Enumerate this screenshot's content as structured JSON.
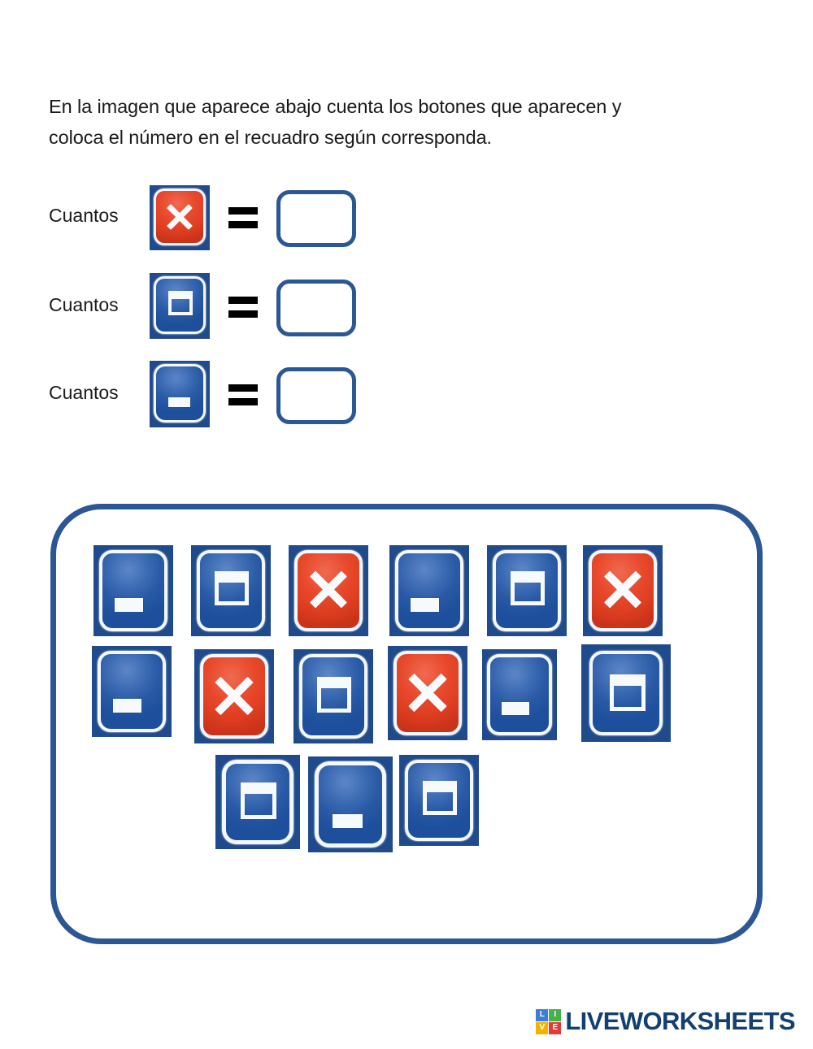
{
  "instructions": {
    "line1": "En la imagen que aparece abajo cuenta los botones que aparecen y",
    "line2": "coloca el número en el recuadro según corresponda."
  },
  "colors": {
    "frame_blue": "#2c5795",
    "button_blue": "#1f4a8c",
    "face_blue": "#3d6cb4",
    "face_red": "#e8492c",
    "glyph_white": "#f7fafd",
    "logo_navy": "#13406e",
    "text_black": "#1a1a1a"
  },
  "questions": [
    {
      "label": "Cuantos",
      "icon": "close-button-icon",
      "icon_type": "close",
      "equals": "=",
      "answer_value": "",
      "answer_placeholder": ""
    },
    {
      "label": "Cuantos",
      "icon": "maximize-button-icon",
      "icon_type": "maximize",
      "equals": "=",
      "answer_value": "",
      "answer_placeholder": ""
    },
    {
      "label": "Cuantos",
      "icon": "minimize-button-icon",
      "icon_type": "minimize",
      "equals": "=",
      "answer_value": "",
      "answer_placeholder": ""
    }
  ],
  "counting_panel": {
    "rows": [
      [
        "minimize",
        "maximize",
        "close",
        "minimize",
        "maximize",
        "close"
      ],
      [
        "minimize",
        "close",
        "maximize",
        "close",
        "minimize",
        "maximize"
      ],
      [
        "maximize",
        "minimize",
        "maximize"
      ]
    ],
    "totals": {
      "close": 4,
      "maximize": 6,
      "minimize": 5,
      "all": 15
    }
  },
  "footer": {
    "logo_tiles": [
      "LI",
      "VE"
    ],
    "tile_letters": [
      "L",
      "I",
      "V",
      "E"
    ],
    "logo_word": "LIVEWORKSHEETS"
  }
}
